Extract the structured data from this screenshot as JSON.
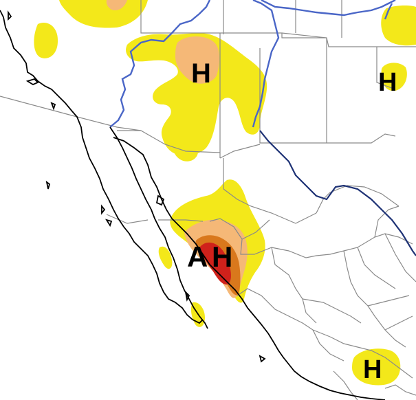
{
  "map": {
    "colors": {
      "background": "#ffffff",
      "state_border": "#8a8a8a",
      "coastline": "#000000",
      "river_light": "#4a66c7",
      "river_dark": "#1e3275",
      "shade_yellow": "#f3e81a",
      "shade_tan": "#f5b877",
      "shade_orange": "#d9781c",
      "shade_red": "#d0211b"
    },
    "labels": [
      {
        "id": "h-arizona",
        "text": "H"
      },
      {
        "id": "h-east",
        "text": "H"
      },
      {
        "id": "a-sonora",
        "text": "A"
      },
      {
        "id": "h-sonora",
        "text": "H"
      },
      {
        "id": "h-mexico-south",
        "text": "H"
      }
    ]
  }
}
